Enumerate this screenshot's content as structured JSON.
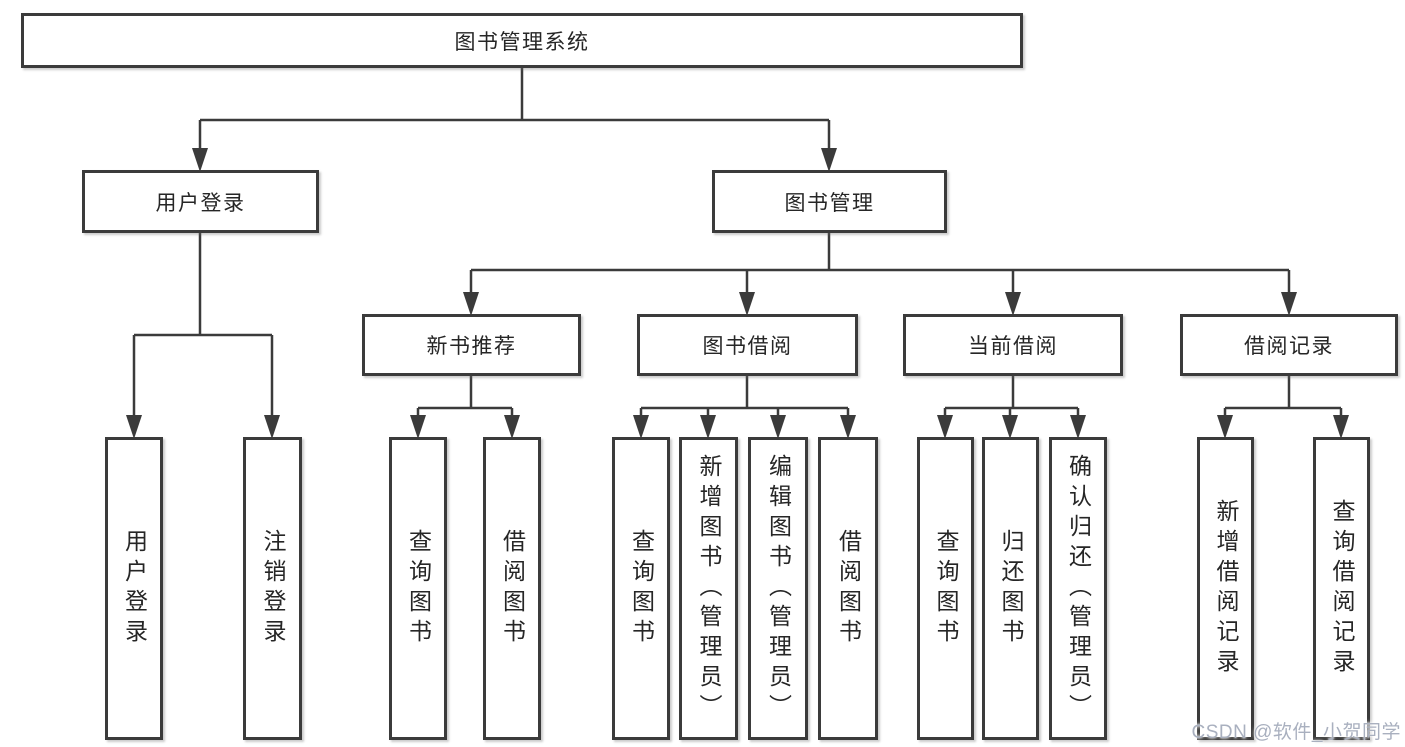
{
  "diagram_title": "图书管理系统",
  "nodes": {
    "root": "图书管理系统",
    "user_login": "用户登录",
    "book_mgmt": "图书管理",
    "login": "用户登录",
    "logout": "注销登录",
    "new_rec": "新书推荐",
    "book_borrow": "图书借阅",
    "current_borrow": "当前借阅",
    "borrow_record": "借阅记录",
    "rec_query": "查询图书",
    "rec_borrow": "借阅图书",
    "bb_query": "查询图书",
    "bb_add": "新增图书（管理员）",
    "bb_edit": "编辑图书（管理员）",
    "bb_borrow": "借阅图书",
    "cb_query": "查询图书",
    "cb_return": "归还图书",
    "cb_confirm": "确认归还（管理员）",
    "br_add": "新增借阅记录",
    "br_query": "查询借阅记录"
  },
  "watermark": "CSDN @软件_小贺同学",
  "colors": {
    "line": "#3b3b3b",
    "box_border": "#3b3b3b",
    "text": "#262626",
    "watermark": "#a9b0bf",
    "background": "#ffffff"
  }
}
